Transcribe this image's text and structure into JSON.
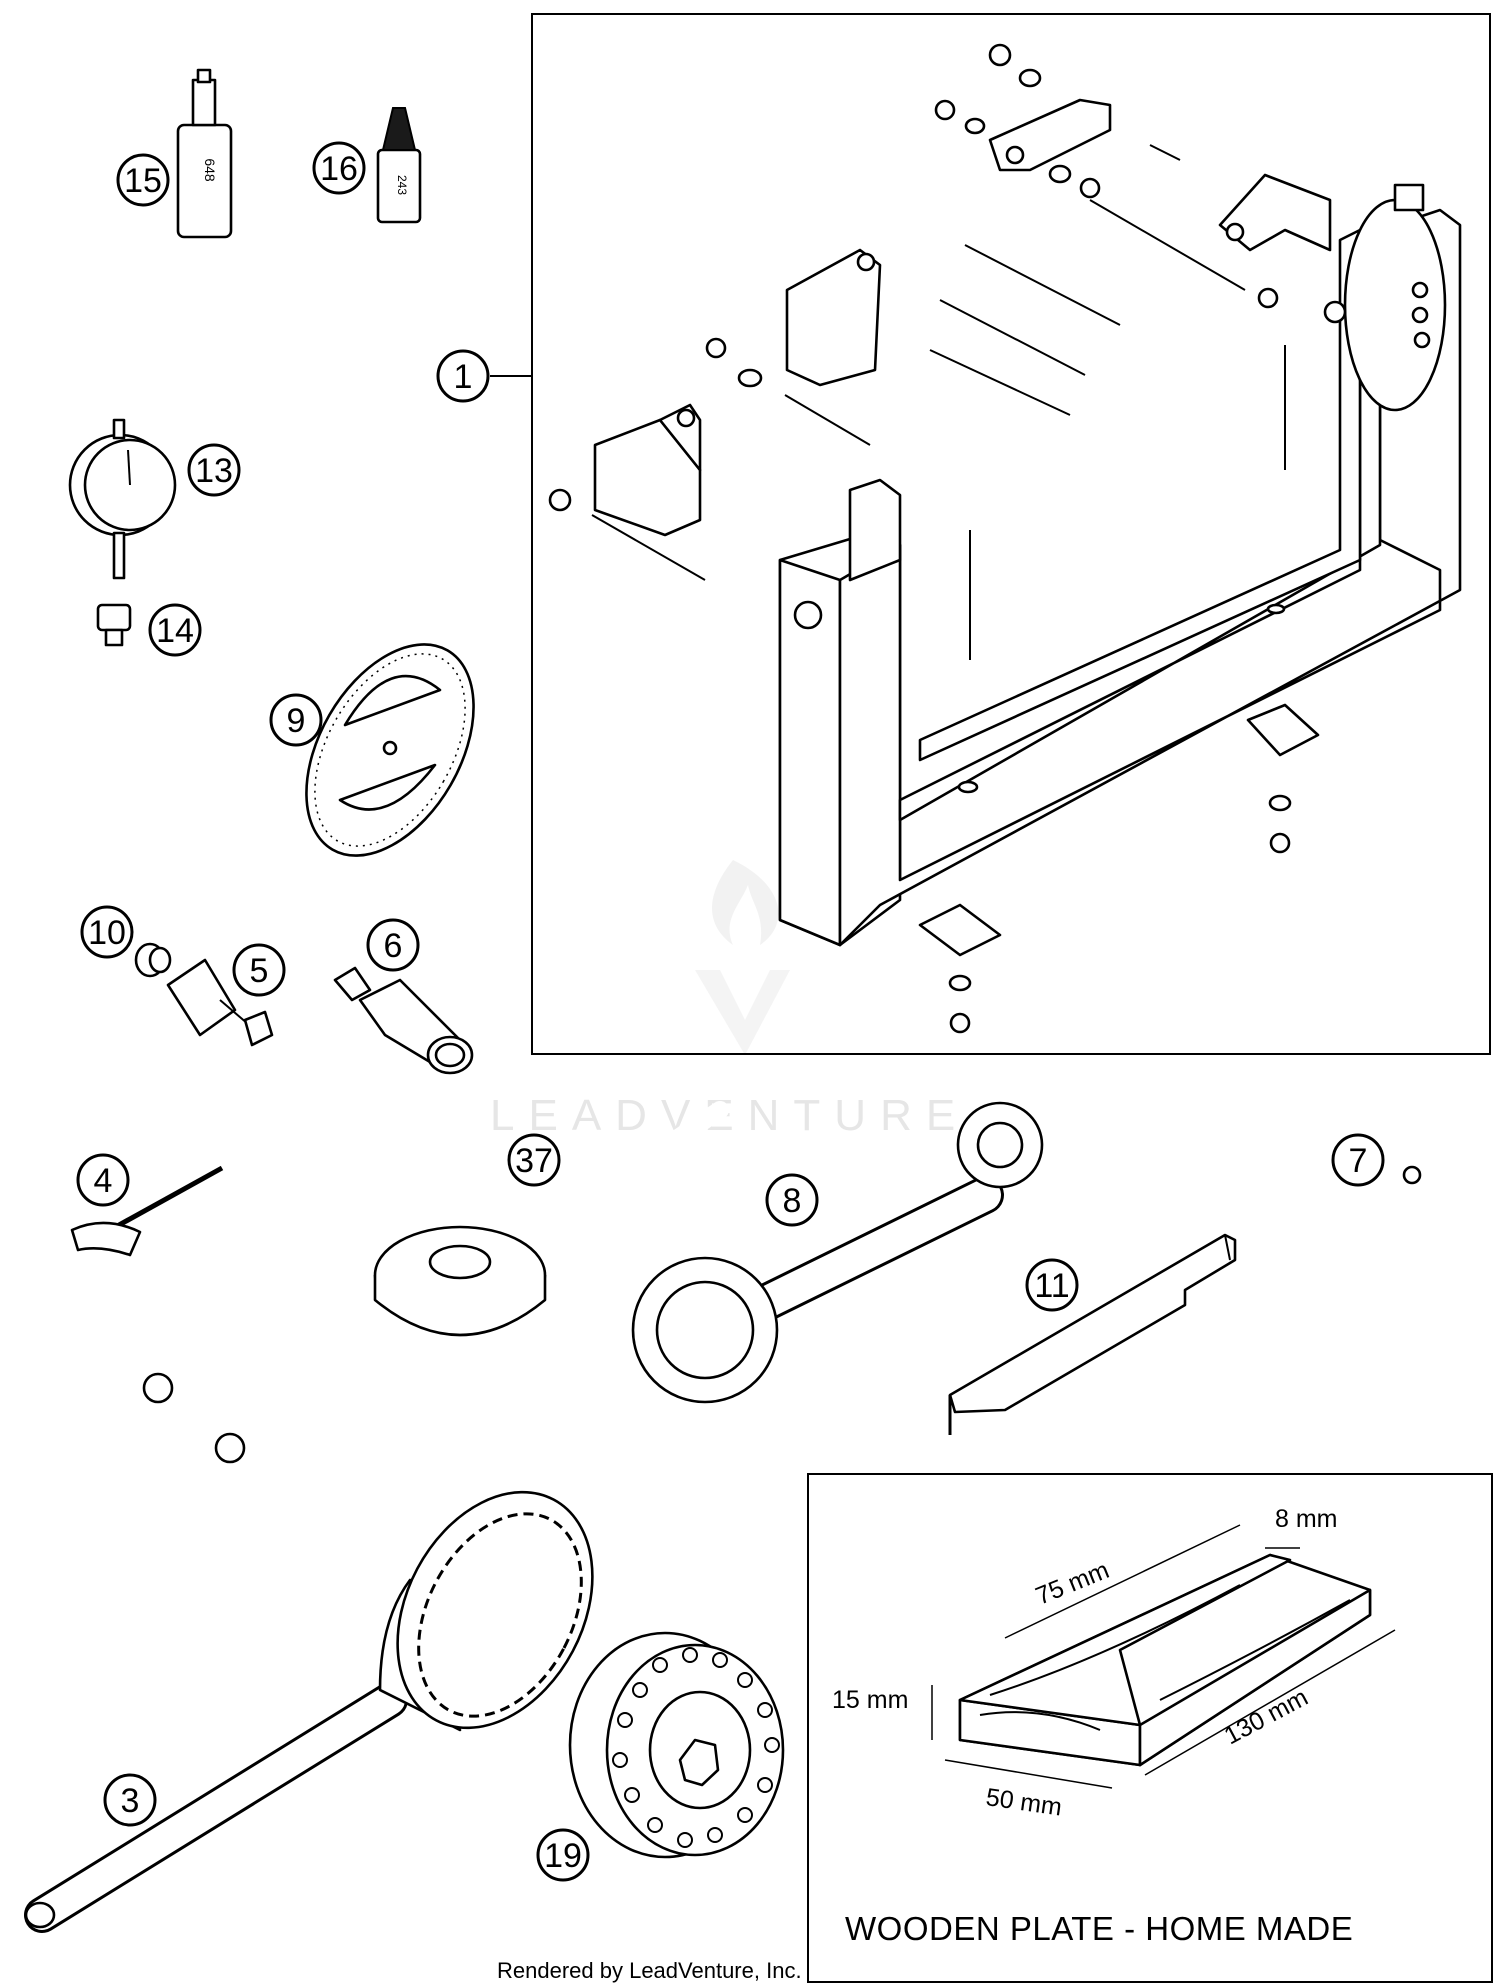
{
  "callouts": {
    "c1": "1",
    "c3": "3",
    "c4": "4",
    "c5": "5",
    "c6": "6",
    "c7": "7",
    "c8": "8",
    "c9": "9",
    "c10": "10",
    "c11": "11",
    "c13": "13",
    "c14": "14",
    "c15": "15",
    "c16": "16",
    "c19": "19",
    "c37": "37"
  },
  "product_text": {
    "loctite_648_label": "648",
    "loctite_243_label": "243"
  },
  "wooden_plate": {
    "caption": "WOODEN PLATE - HOME MADE",
    "dim_width": "75 mm",
    "dim_gap": "8 mm",
    "dim_thickness": "15 mm",
    "dim_length": "130 mm",
    "dim_depth": "50 mm"
  },
  "watermark": {
    "brand": "LEADVENTURE"
  },
  "footer": {
    "credit": "Rendered by LeadVenture, Inc."
  }
}
